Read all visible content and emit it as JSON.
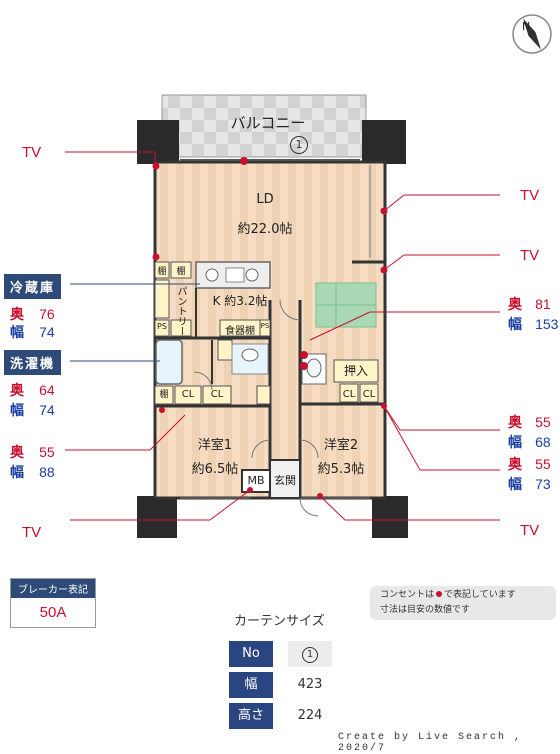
{
  "plan": {
    "balcony": "バルコニー",
    "balcony_no": "1",
    "ld": "LD",
    "ld_size": "約22.0帖",
    "kitchen": "K 約3.2帖",
    "pantry": "パントリー",
    "western1": "洋室1",
    "western1_size": "約6.5帖",
    "western2": "洋室2",
    "western2_size": "約5.3帖",
    "entrance": "玄関",
    "oshiire": "押入",
    "mb": "MB",
    "shokki": "食器棚",
    "tana": "棚",
    "cl": "CL",
    "ps": "PS"
  },
  "tv_label": "TV",
  "fridge": {
    "title": "冷蔵庫",
    "depth_label": "奥",
    "depth": "76",
    "width_label": "幅",
    "width": "74"
  },
  "washer": {
    "title": "洗濯機",
    "depth_label": "奥",
    "depth": "64",
    "width_label": "幅",
    "width": "74"
  },
  "left_extra": {
    "depth_label": "奥",
    "depth": "55",
    "width_label": "幅",
    "width": "88"
  },
  "right_top": {
    "depth_label": "奥",
    "depth": "81",
    "width_label": "幅",
    "width": "153"
  },
  "right_mid": {
    "depth_label": "奥",
    "depth": "55",
    "width_label": "幅",
    "width": "68"
  },
  "right_low": {
    "depth_label": "奥",
    "depth": "55",
    "width_label": "幅",
    "width": "73"
  },
  "breaker": {
    "title": "ブレーカー表記",
    "value": "50A"
  },
  "note": {
    "line1": "コンセントは",
    "line1b": "で表記しています",
    "line2": "寸法は目安の数値です"
  },
  "curtain": {
    "title": "カーテンサイズ",
    "rows": [
      {
        "label": "No",
        "value": "1"
      },
      {
        "label": "幅",
        "value": "423"
      },
      {
        "label": "高さ",
        "value": "224"
      }
    ]
  },
  "credit": "Create by Live Search , 2020/7",
  "colors": {
    "floor": "#f3d9bf",
    "accent_red": "#c8102e",
    "navy": "#2b4580",
    "wall": "#333333"
  }
}
